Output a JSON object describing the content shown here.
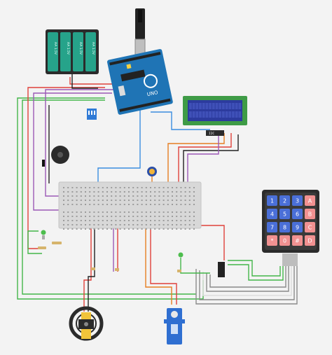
{
  "canvas": {
    "background": "#f3f3f3"
  },
  "battery_pack": {
    "cells": [
      "AA 1.5V",
      "AA 1.5V",
      "AA 1.5V",
      "AA 1.5V"
    ],
    "case_color": "#2b2b2b",
    "cell_color": "#26a38a"
  },
  "arduino": {
    "board_color": "#1f74b5",
    "text": "UNO"
  },
  "lcd": {
    "screen_color": "#2c3b9e",
    "rows": 2,
    "cols": 16
  },
  "i2c_module": {
    "label": "I2C"
  },
  "keypad": {
    "keys": [
      "1",
      "2",
      "3",
      "A",
      "4",
      "5",
      "6",
      "B",
      "7",
      "8",
      "9",
      "C",
      "*",
      "0",
      "#",
      "D"
    ],
    "digit_color": "#4a6fd8",
    "letter_color": "#f19191"
  },
  "wire_colors": {
    "red": "#e0413a",
    "green": "#43b649",
    "purple": "#9b59b6",
    "orange": "#e67e22",
    "blue": "#3a8de0",
    "black": "#222222",
    "gray": "#8a8a8a",
    "white": "#dcdcdc",
    "brown": "#8a5a2b",
    "yellow": "#e6c23a"
  }
}
